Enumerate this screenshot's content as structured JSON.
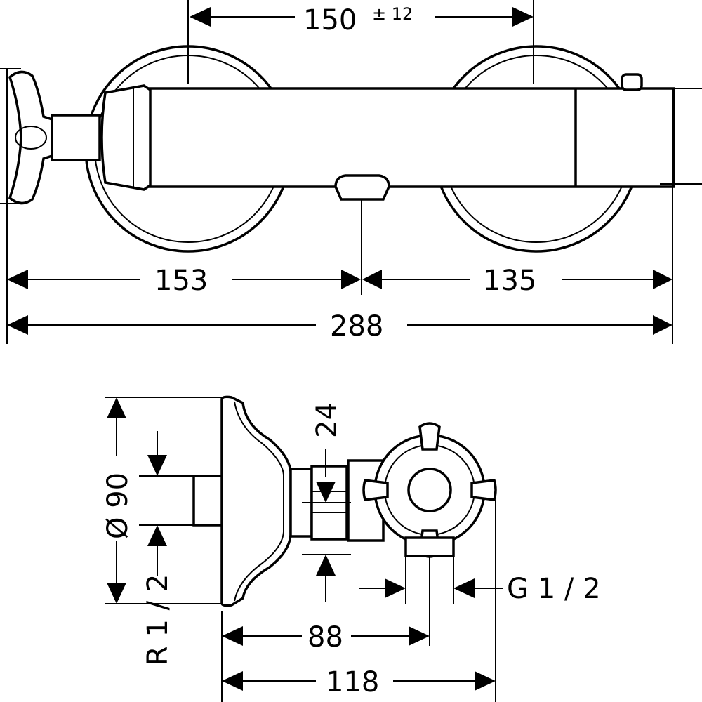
{
  "top_view": {
    "dim_center_distance": "150",
    "dim_center_tolerance": "± 12",
    "dim_left": "153",
    "dim_right": "135",
    "dim_total": "288"
  },
  "side_view": {
    "dim_depth": "24",
    "dim_diameter": "Ø 90",
    "dim_inlet_thread": "R 1 / 2",
    "dim_outlet_thread": "G 1 / 2",
    "dim_outlet_distance": "88",
    "dim_overall_depth": "118"
  }
}
